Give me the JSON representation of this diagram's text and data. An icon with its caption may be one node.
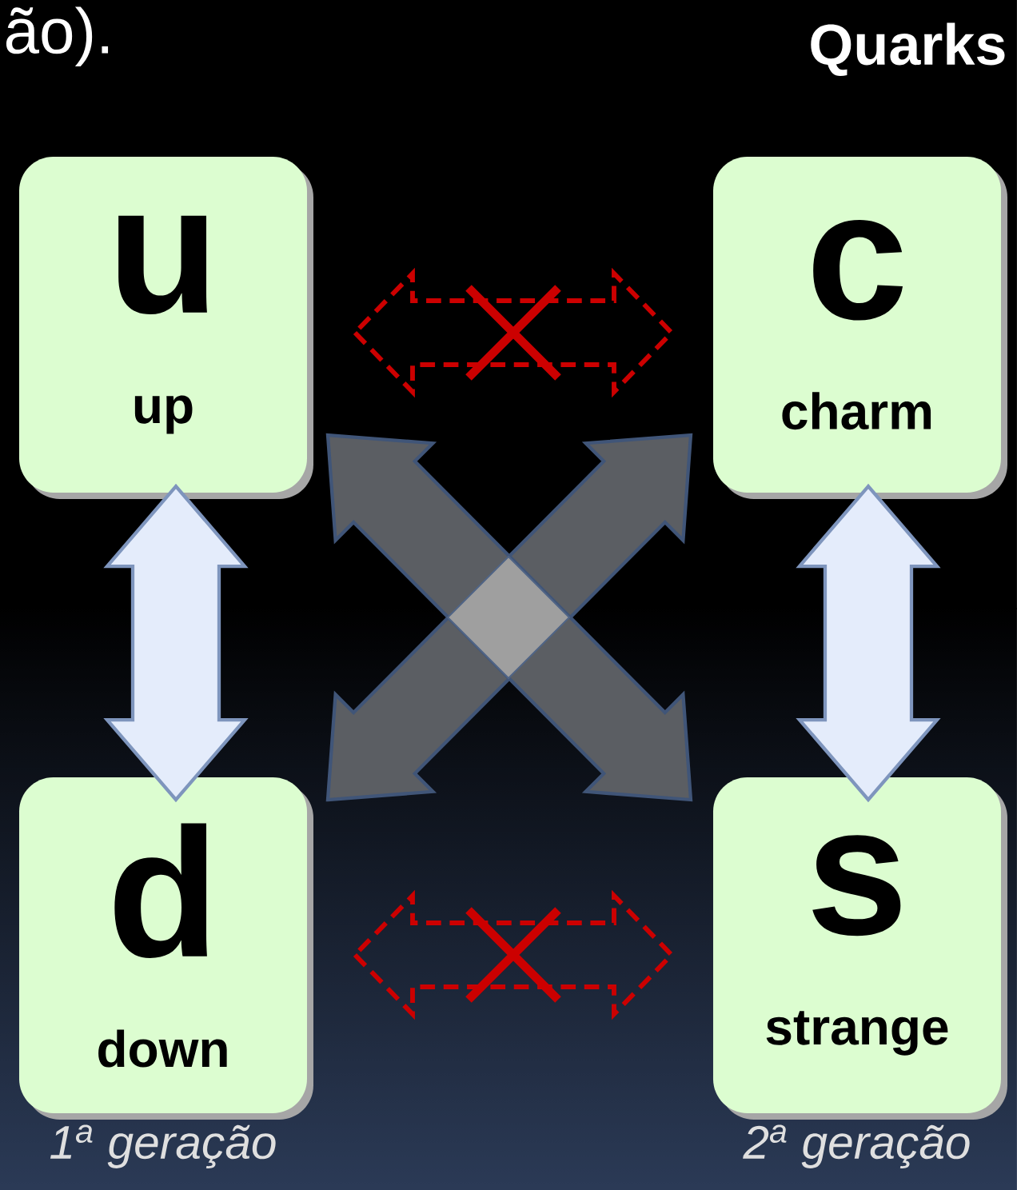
{
  "diagram": {
    "title": "Quarks",
    "nodes": [
      {
        "text": [
          "u",
          "up"
        ]
      },
      {
        "text": [
          "c",
          "charm"
        ]
      },
      {
        "text": [
          "d",
          "down"
        ],
        "beside": [
          "1$^{a}$ geração"
        ]
      },
      {
        "text": [
          "s",
          "strange"
        ],
        "beside": [
          "2$^{a}$ geração"
        ]
      }
    ],
    "edges": [
      {
        "from": 0,
        "to": 2,
        "arrow": "both",
        "style": "thick",
        "color": "#e4ecfb"
      },
      {
        "from": 1,
        "to": 3,
        "arrow": "both",
        "style": "thick",
        "color": "#e4ecfb"
      },
      {
        "from": 0,
        "to": 3,
        "arrow": "both",
        "style": "thick",
        "color": "#5b5e63"
      },
      {
        "from": 2,
        "to": 1,
        "arrow": "both",
        "style": "thick",
        "color": "#5b5e63"
      },
      {
        "from": 0,
        "to": 1,
        "arrow": "both",
        "style": "dashed",
        "color": "#cc0000"
      },
      {
        "from": 2,
        "to": 3,
        "arrow": "both",
        "style": "dashed",
        "color": "#cc0000"
      }
    ],
    "labels": [
      "ão)."
    ]
  }
}
